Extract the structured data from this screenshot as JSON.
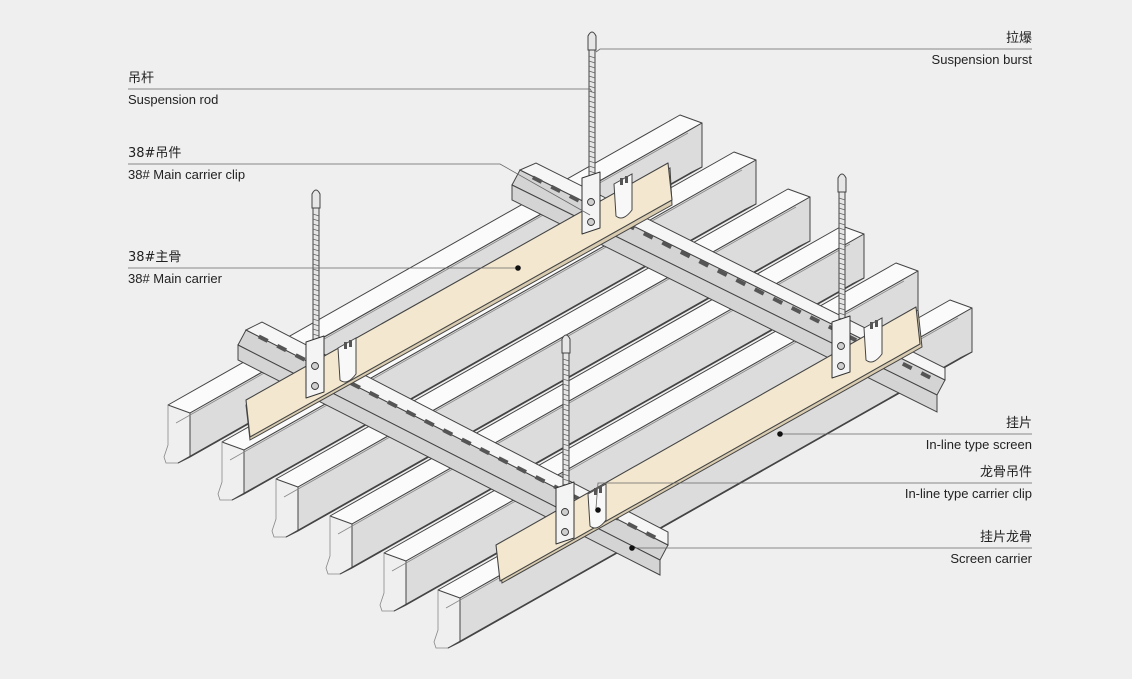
{
  "labels": {
    "suspension_burst": {
      "cn": "拉爆",
      "en": "Suspension burst"
    },
    "suspension_rod": {
      "cn": "吊杆",
      "en": "Suspension rod"
    },
    "main_carrier_clip": {
      "cn": "38#吊件",
      "en": "38# Main carrier clip"
    },
    "main_carrier": {
      "cn": "38#主骨",
      "en": "38# Main carrier"
    },
    "inline_screen": {
      "cn": "挂片",
      "en": "In-line type screen"
    },
    "inline_carrier_clip": {
      "cn": "龙骨吊件",
      "en": "In-line type carrier clip"
    },
    "screen_carrier": {
      "cn": "挂片龙骨",
      "en": "Screen carrier"
    }
  },
  "colors": {
    "background": "#efefef",
    "main_carrier_fill": "#f3e8cf",
    "outline": "#444444"
  }
}
